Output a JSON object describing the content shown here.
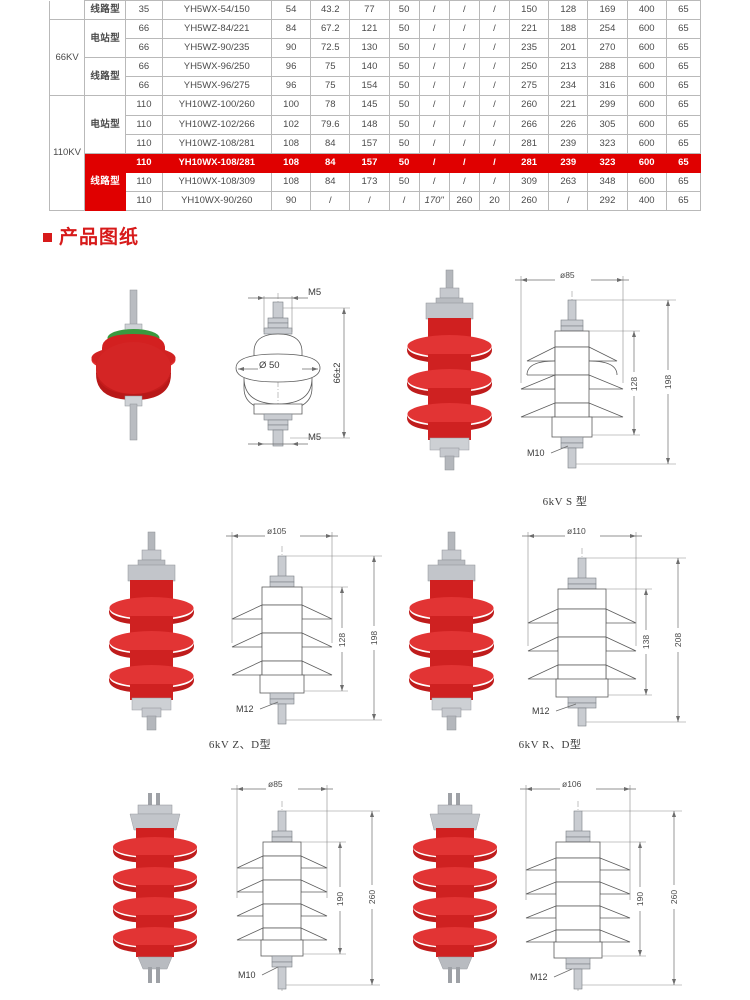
{
  "table": {
    "columns": [
      "kv_class",
      "type",
      "rated_voltage",
      "model",
      "u_continuous",
      "u_rated",
      "u_residual_steep",
      "u_residual_nominal",
      "col8",
      "col9",
      "col10",
      "creep1",
      "creep2",
      "creep3",
      "height",
      "dia"
    ],
    "groups": [
      {
        "kv": "",
        "subgroups": [
          {
            "type": "线路型",
            "rows": [
              [
                "35",
                "YH5WX-54/150",
                "54",
                "43.2",
                "77",
                "50",
                "/",
                "/",
                "/",
                "150",
                "128",
                "169",
                "400",
                "65"
              ]
            ]
          }
        ]
      },
      {
        "kv": "66KV",
        "subgroups": [
          {
            "type": "电站型",
            "rows": [
              [
                "66",
                "YH5WZ-84/221",
                "84",
                "67.2",
                "121",
                "50",
                "/",
                "/",
                "/",
                "221",
                "188",
                "254",
                "600",
                "65"
              ],
              [
                "66",
                "YH5WZ-90/235",
                "90",
                "72.5",
                "130",
                "50",
                "/",
                "/",
                "/",
                "235",
                "201",
                "270",
                "600",
                "65"
              ]
            ]
          },
          {
            "type": "线路型",
            "rows": [
              [
                "66",
                "YH5WX-96/250",
                "96",
                "75",
                "140",
                "50",
                "/",
                "/",
                "/",
                "250",
                "213",
                "288",
                "600",
                "65"
              ],
              [
                "66",
                "YH5WX-96/275",
                "96",
                "75",
                "154",
                "50",
                "/",
                "/",
                "/",
                "275",
                "234",
                "316",
                "600",
                "65"
              ]
            ]
          }
        ]
      },
      {
        "kv": "110KV",
        "subgroups": [
          {
            "type": "电站型",
            "rows": [
              [
                "110",
                "YH10WZ-100/260",
                "100",
                "78",
                "145",
                "50",
                "/",
                "/",
                "/",
                "260",
                "221",
                "299",
                "600",
                "65"
              ],
              [
                "110",
                "YH10WZ-102/266",
                "102",
                "79.6",
                "148",
                "50",
                "/",
                "/",
                "/",
                "266",
                "226",
                "305",
                "600",
                "65"
              ],
              [
                "110",
                "YH10WZ-108/281",
                "108",
                "84",
                "157",
                "50",
                "/",
                "/",
                "/",
                "281",
                "239",
                "323",
                "600",
                "65"
              ]
            ]
          },
          {
            "type": "线路型",
            "rows": [
              [
                "110",
                "YH10WX-108/281",
                "108",
                "84",
                "157",
                "50",
                "/",
                "/",
                "/",
                "281",
                "239",
                "323",
                "600",
                "65"
              ],
              [
                "110",
                "YH10WX-108/309",
                "108",
                "84",
                "173",
                "50",
                "/",
                "/",
                "/",
                "309",
                "263",
                "348",
                "600",
                "65"
              ],
              [
                "110",
                "YH10WX-90/260",
                "90",
                "/",
                "/",
                "/",
                "170\"",
                "260",
                "20",
                "260",
                "/",
                "292",
                "400",
                "65"
              ]
            ]
          }
        ]
      }
    ],
    "highlight_model": "YH10WX-108/281",
    "highlight_color": "#e00000"
  },
  "section": {
    "bullet_icon": "square-bullet-icon",
    "title": "产品图纸",
    "title_color": "#d71a1a"
  },
  "drawings": [
    {
      "id": "drawing-small-arrester",
      "caption": "",
      "photo_alt": "red low-voltage arrester photo",
      "dims": {
        "top_thread": "M5",
        "bottom_thread": "M5",
        "diameter": "Ø 50",
        "height": "66±2"
      }
    },
    {
      "id": "drawing-6kv-s",
      "caption": "6kV  S 型",
      "photo_alt": "red 3-shed arrester photo",
      "dims": {
        "diameter": "ø85",
        "inner_height": "128",
        "total_height": "198",
        "thread": "M10"
      }
    },
    {
      "id": "drawing-6kv-zd",
      "caption": "6kV  Z、D型",
      "photo_alt": "red 3-shed arrester photo",
      "dims": {
        "diameter": "ø105",
        "inner_height": "128",
        "total_height": "198",
        "thread": "M12"
      }
    },
    {
      "id": "drawing-6kv-rd",
      "caption": "6kV  R、D型",
      "photo_alt": "red 3-shed arrester photo",
      "dims": {
        "diameter": "ø110",
        "inner_height": "138",
        "total_height": "208",
        "thread": "M12"
      }
    },
    {
      "id": "drawing-tall-85",
      "caption": "",
      "photo_alt": "red 5-shed tall arrester photo",
      "dims": {
        "diameter": "ø85",
        "inner_height": "190",
        "total_height": "260",
        "thread": "M10"
      }
    },
    {
      "id": "drawing-tall-106",
      "caption": "",
      "photo_alt": "red 5-shed tall arrester photo",
      "dims": {
        "diameter": "ø106",
        "inner_height": "190",
        "total_height": "260",
        "thread": "M12"
      }
    }
  ]
}
